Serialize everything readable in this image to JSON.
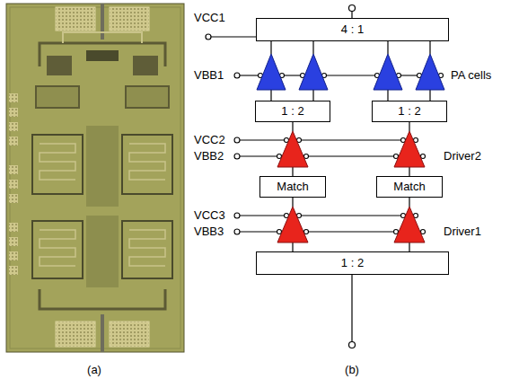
{
  "diagram": {
    "nodes": [
      {
        "text": [
          "4 : 1"
        ]
      },
      {
        "text": [
          "1 : 2"
        ]
      },
      {
        "text": [
          "1 : 2"
        ]
      },
      {
        "text": [
          "Match"
        ]
      },
      {
        "text": [
          "Match"
        ]
      },
      {
        "text": [
          "1 : 2"
        ]
      }
    ],
    "labels": [
      "VCC1",
      "VBB1",
      "PA cells",
      "VCC2",
      "VBB2",
      "Driver2",
      "VCC3",
      "VBB3",
      "Driver1",
      "(a)",
      "(b)"
    ]
  }
}
